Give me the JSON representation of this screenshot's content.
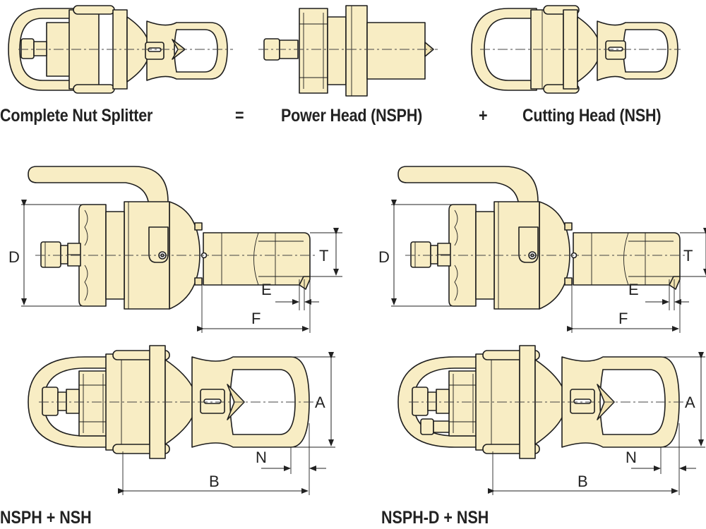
{
  "top_row": {
    "complete": "Complete Nut Splitter",
    "equals": "=",
    "power_head": "Power Head (NSPH)",
    "plus": "+",
    "cutting_head": "Cutting Head (NSH)"
  },
  "labels": {
    "left_caption": "NSPH + NSH",
    "right_caption": "NSPH-D + NSH"
  },
  "dimensions": {
    "D": "D",
    "T": "T",
    "E": "E",
    "F": "F",
    "A": "A",
    "N": "N",
    "B": "B"
  },
  "colors": {
    "body_fill": "#f8edc4",
    "outline": "#1e1e1e"
  }
}
